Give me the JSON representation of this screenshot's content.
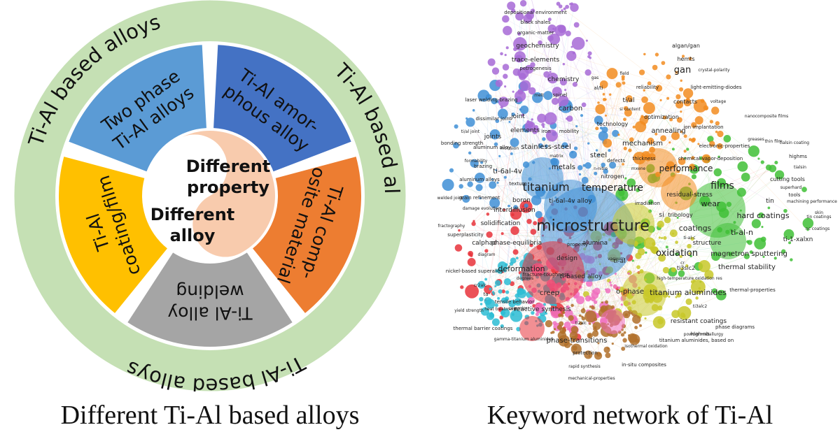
{
  "wheel": {
    "ring_label": "Ti-Al based alloys",
    "segments": [
      {
        "key": "two-phase",
        "lines": [
          "Two phase",
          "Ti-Al alloys"
        ],
        "color": "#5b9bd5"
      },
      {
        "key": "amorphous",
        "lines": [
          "Ti-Al amor-",
          "phous alloy"
        ],
        "color": "#4472c4"
      },
      {
        "key": "composite",
        "lines": [
          "Ti-Al comp-",
          "osite material"
        ],
        "color": "#ed7d31"
      },
      {
        "key": "welding",
        "lines": [
          "Ti-Al alloy",
          "welding"
        ],
        "color": "#a5a5a5"
      },
      {
        "key": "coating",
        "lines": [
          "Ti-Al",
          "coating/film"
        ],
        "color": "#ffc000"
      }
    ],
    "center_top": [
      "Different",
      "property"
    ],
    "center_bottom": [
      "Different",
      "alloy"
    ],
    "colors": {
      "ring": "#c5e0b4",
      "peach": "#f8cbad",
      "gap": "#ffffff"
    }
  },
  "network": {
    "clusters": [
      {
        "name": "red",
        "color": "#e8333b"
      },
      {
        "name": "green",
        "color": "#3fbf36"
      },
      {
        "name": "blue",
        "color": "#3f8fd6"
      },
      {
        "name": "yellow",
        "color": "#c8c829"
      },
      {
        "name": "purple",
        "color": "#a76ad6"
      },
      {
        "name": "orange",
        "color": "#f28c20"
      },
      {
        "name": "cyan",
        "color": "#2bbcd4"
      },
      {
        "name": "pink",
        "color": "#f070c0"
      },
      {
        "name": "brown",
        "color": "#b0702a"
      }
    ],
    "keywords": [
      "depositional environment",
      "black shales",
      "organic-matter",
      "geochemistry",
      "trace-elements",
      "petrogenesis",
      "chemistry",
      "gas",
      "melt",
      "spinel",
      "carbon",
      "al/ti",
      "field",
      "reliability",
      "algan/gan",
      "hemts",
      "gan",
      "crystal-polarity",
      "light-emitting-diodes",
      "contacts",
      "voltage",
      "si content",
      "optimization",
      "ion implantation",
      "nanocomposite films",
      "technology",
      "annealing",
      "laser welding-brazing",
      "dissimilar joint",
      "joint",
      "elements",
      "iron",
      "mobility",
      "ti/al",
      "ti/al joint",
      "joints",
      "bonding strength",
      "aluminum alloy",
      "inclusion",
      "stainless-steel",
      "mechanism",
      "electronic-properties",
      "greases",
      "thin film",
      "tialsin coating",
      "formability",
      "brazing",
      "ti-6al-4v",
      "matrix",
      "steel",
      "defects",
      "thickness",
      "chemical-vapor-deposition",
      "highms",
      "tialsin",
      "aluminum alloys",
      "metals",
      "n-nitro",
      "nitrogen",
      "mxene",
      "performance",
      "cutting tools",
      "superhard",
      "welded joint",
      "grain refinement",
      "texture",
      "titanium",
      "temperature",
      "residual-stress",
      "films",
      "tools",
      "damage evolution",
      "boron",
      "ti-6al-4v alloy",
      "irradiation",
      "tin",
      "wear",
      "machining performance",
      "interdiffusion",
      "skin",
      "fractography",
      "solidification",
      "microstructure",
      "si",
      "tribology",
      "hard coatings",
      "tin coatings",
      "nc coatings",
      "superplasticity",
      "calphad",
      "phase-equilibria",
      "alumina",
      "ti-al-c",
      "coatings",
      "ti-al-n",
      "ti-1-xalxn",
      "structure",
      "diagram",
      "property",
      "oxidation",
      "magnetron sputtering",
      "deformation",
      "design",
      "vacuum",
      "ti3sic2",
      "cr",
      "thermal stability",
      "nickel-based superalloy",
      "ti-al",
      "degrees",
      "high-temperature oxidation res",
      "fracture-toughness",
      "thermal-properties",
      "ti-based alloy",
      "creep",
      "titanium aluminides",
      "ti3alc2",
      "cr2alc",
      "ta",
      "tensile behavior",
      "ceramics",
      "o-phase",
      "yield strength",
      "heat treatment",
      "reactive synthesis",
      "ti2alc",
      "resistant coatings",
      "phase diagrams",
      "powder metallurgy",
      "thermal barrier coatings",
      "phase-transitions",
      "high-nb",
      "gamma-titanium aluminides",
      "protection",
      "isothermal oxidation",
      "titanium aluminides, based on",
      "rapid synthesis",
      "in-situ composites",
      "mechanical-properties"
    ]
  },
  "captions": {
    "left": "Different Ti-Al based alloys",
    "right": "Keyword network of Ti-Al"
  }
}
